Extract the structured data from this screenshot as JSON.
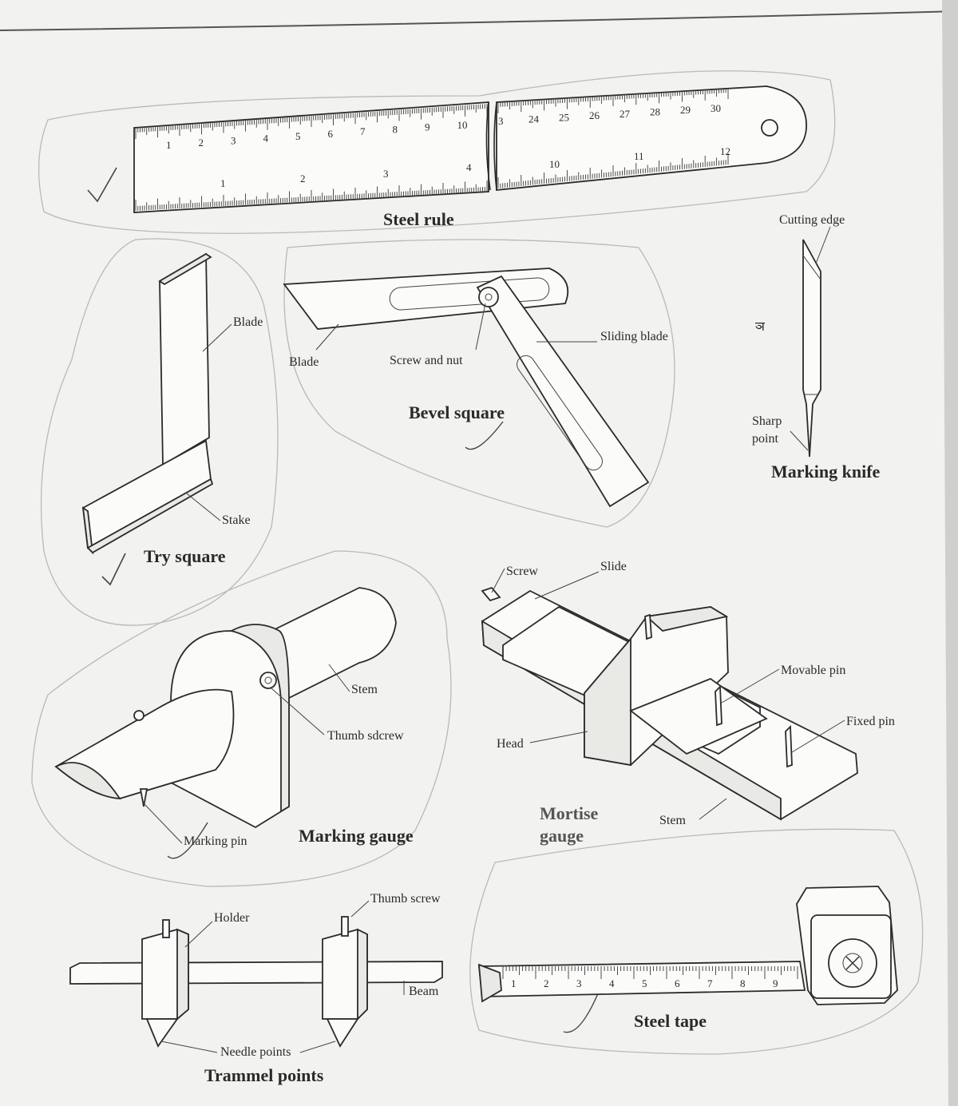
{
  "tools": {
    "steel_rule": {
      "title": "Steel rule",
      "top_numbers": [
        "1",
        "2",
        "3",
        "4",
        "5",
        "6",
        "7",
        "8",
        "9",
        "10",
        "3",
        "24",
        "25",
        "26",
        "27",
        "28",
        "29",
        "30"
      ],
      "bottom_numbers": [
        "1",
        "2",
        "3",
        "4",
        "10",
        "11",
        "12"
      ]
    },
    "try_square": {
      "title": "Try square",
      "blade": "Blade",
      "stake": "Stake"
    },
    "bevel_square": {
      "title": "Bevel square",
      "blade": "Blade",
      "screw_and_nut": "Screw and nut",
      "sliding_blade": "Sliding blade"
    },
    "marking_knife": {
      "title": "Marking knife",
      "cutting_edge": "Cutting edge",
      "sharp_point_1": "Sharp",
      "sharp_point_2": "point"
    },
    "marking_gauge": {
      "title": "Marking gauge",
      "stem": "Stem",
      "thumb_screw": "Thumb sdcrew",
      "marking_pin": "Marking pin"
    },
    "mortise_gauge": {
      "title_1": "Mortise",
      "title_2": "gauge",
      "screw": "Screw",
      "slide": "Slide",
      "movable_pin": "Movable pin",
      "fixed_pin": "Fixed pin",
      "head": "Head",
      "stem": "Stem"
    },
    "trammel_points": {
      "title": "Trammel points",
      "holder": "Holder",
      "thumb_screw": "Thumb screw",
      "beam": "Beam",
      "needle_points": "Needle points"
    },
    "steel_tape": {
      "title": "Steel tape",
      "numbers": [
        "1",
        "2",
        "3",
        "4",
        "5",
        "6",
        "7",
        "8",
        "9"
      ]
    }
  },
  "colors": {
    "paper": "#f2f2f0",
    "ink": "#2b2b2b",
    "pencil": "#b9b9b9"
  }
}
